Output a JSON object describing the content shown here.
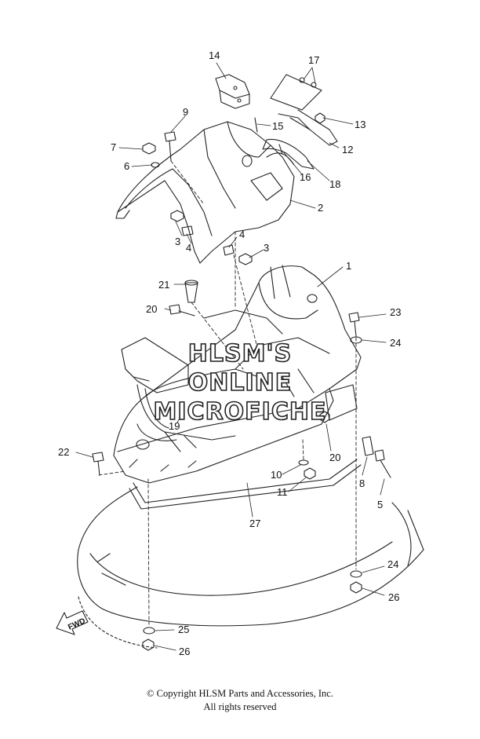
{
  "watermark": {
    "line1": "HLSM'S",
    "line2": "ONLINE",
    "line3": "MICROFICHE"
  },
  "fwd_label": "FWD",
  "callouts": {
    "c1": "1",
    "c2": "2",
    "c3a": "3",
    "c3b": "3",
    "c4a": "4",
    "c4b": "4",
    "c5": "5",
    "c6": "6",
    "c7": "7",
    "c8": "8",
    "c9": "9",
    "c10": "10",
    "c11": "11",
    "c12": "12",
    "c13": "13",
    "c14": "14",
    "c15": "15",
    "c16": "16",
    "c17": "17",
    "c18": "18",
    "c19": "19",
    "c20a": "20",
    "c20b": "20",
    "c21": "21",
    "c22": "22",
    "c23": "23",
    "c24a": "24",
    "c24b": "24",
    "c25": "25",
    "c26a": "26",
    "c26b": "26",
    "c27": "27"
  },
  "copyright": {
    "line1": "© Copyright HLSM Parts and Accessories, Inc.",
    "line2": "All rights reserved"
  }
}
